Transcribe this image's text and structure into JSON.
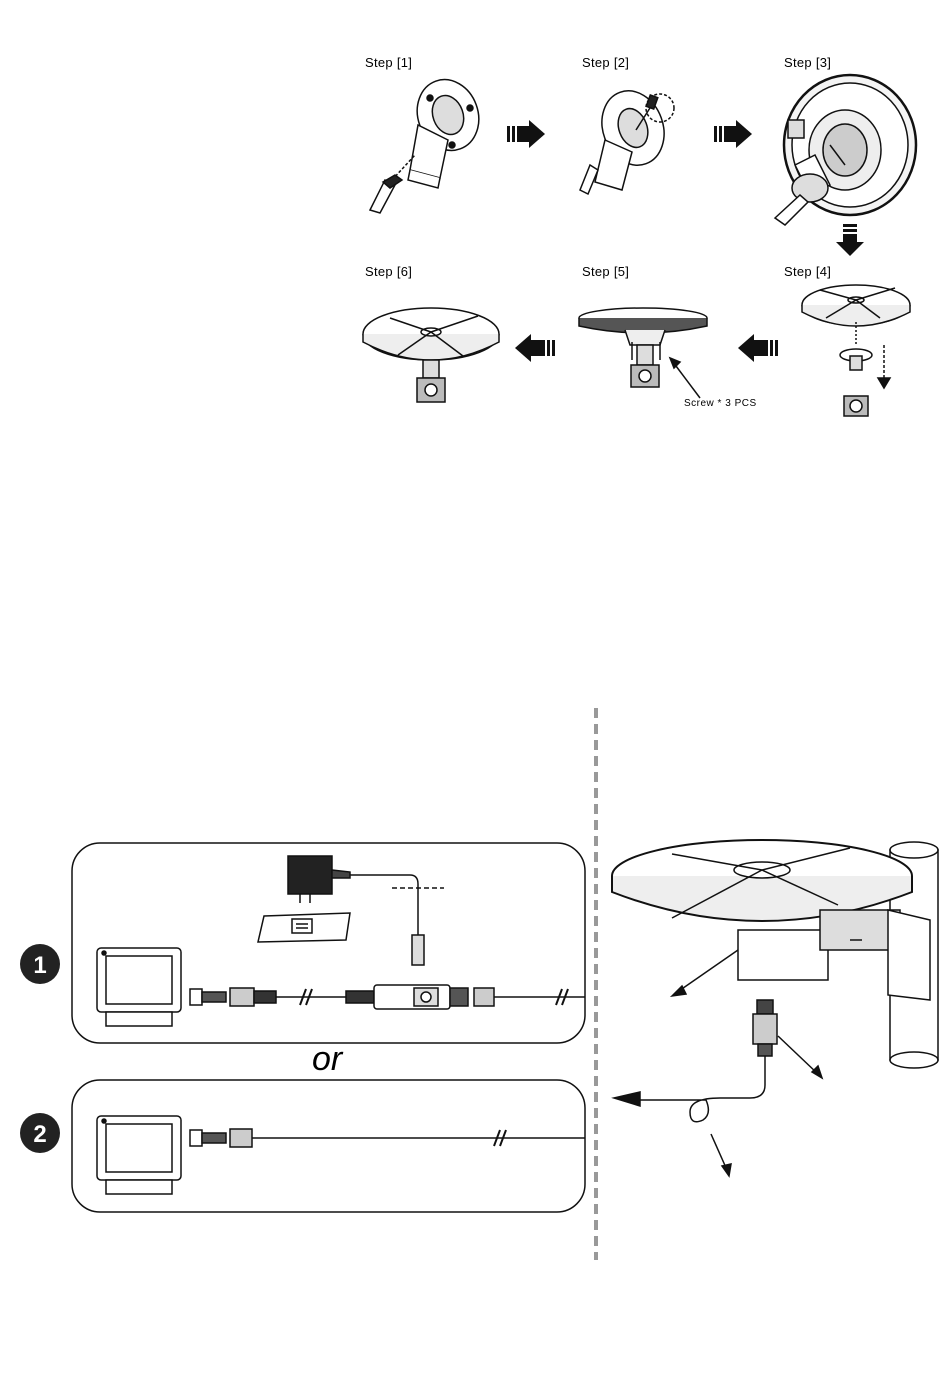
{
  "assembly": {
    "steps": [
      {
        "label": "Step [1]"
      },
      {
        "label": "Step [2]"
      },
      {
        "label": "Step [3]"
      },
      {
        "label": "Step [4]"
      },
      {
        "label": "Step [5]"
      },
      {
        "label": "Step [6]"
      }
    ],
    "screw_note": "Screw * 3 PCS"
  },
  "connection": {
    "option_separator": "or",
    "options": [
      {
        "badge": "1"
      },
      {
        "badge": "2"
      }
    ]
  },
  "colors": {
    "line": "#1a1a1a",
    "divider": "#999999",
    "badge": "#222222"
  }
}
